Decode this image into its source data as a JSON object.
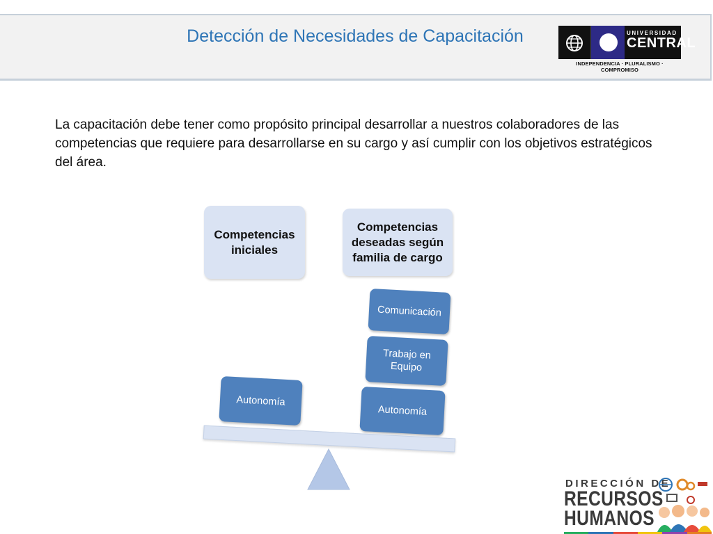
{
  "header": {
    "title": "Detección de Necesidades de Capacitación",
    "logo": {
      "universidad": "UNIVERSIDAD",
      "central": "CENTRAL",
      "motto": "INDEPENDENCIA · PLURALISMO · COMPROMISO"
    }
  },
  "intro_text": "La capacitación debe tener como propósito principal desarrollar a nuestros colaboradores de las competencias que requiere para desarrollarse en su cargo y así cumplir con los objetivos estratégicos del área.",
  "diagram": {
    "left_header": "Competencias iniciales",
    "right_header": "Competencias deseadas según familia de cargo",
    "left_items": [
      "Autonomía"
    ],
    "right_items": [
      "Comunicación",
      "Trabajo en Equipo",
      "Autonomía"
    ]
  },
  "footer_logo": {
    "line1": "DIRECCIÓN DE",
    "line2": "RECURSOS",
    "line3": "HUMANOS"
  },
  "colors": {
    "title": "#2e75b6",
    "box_light": "#dae3f3",
    "box_blue": "#4f81bd",
    "logo_purple": "#2d2a86"
  }
}
